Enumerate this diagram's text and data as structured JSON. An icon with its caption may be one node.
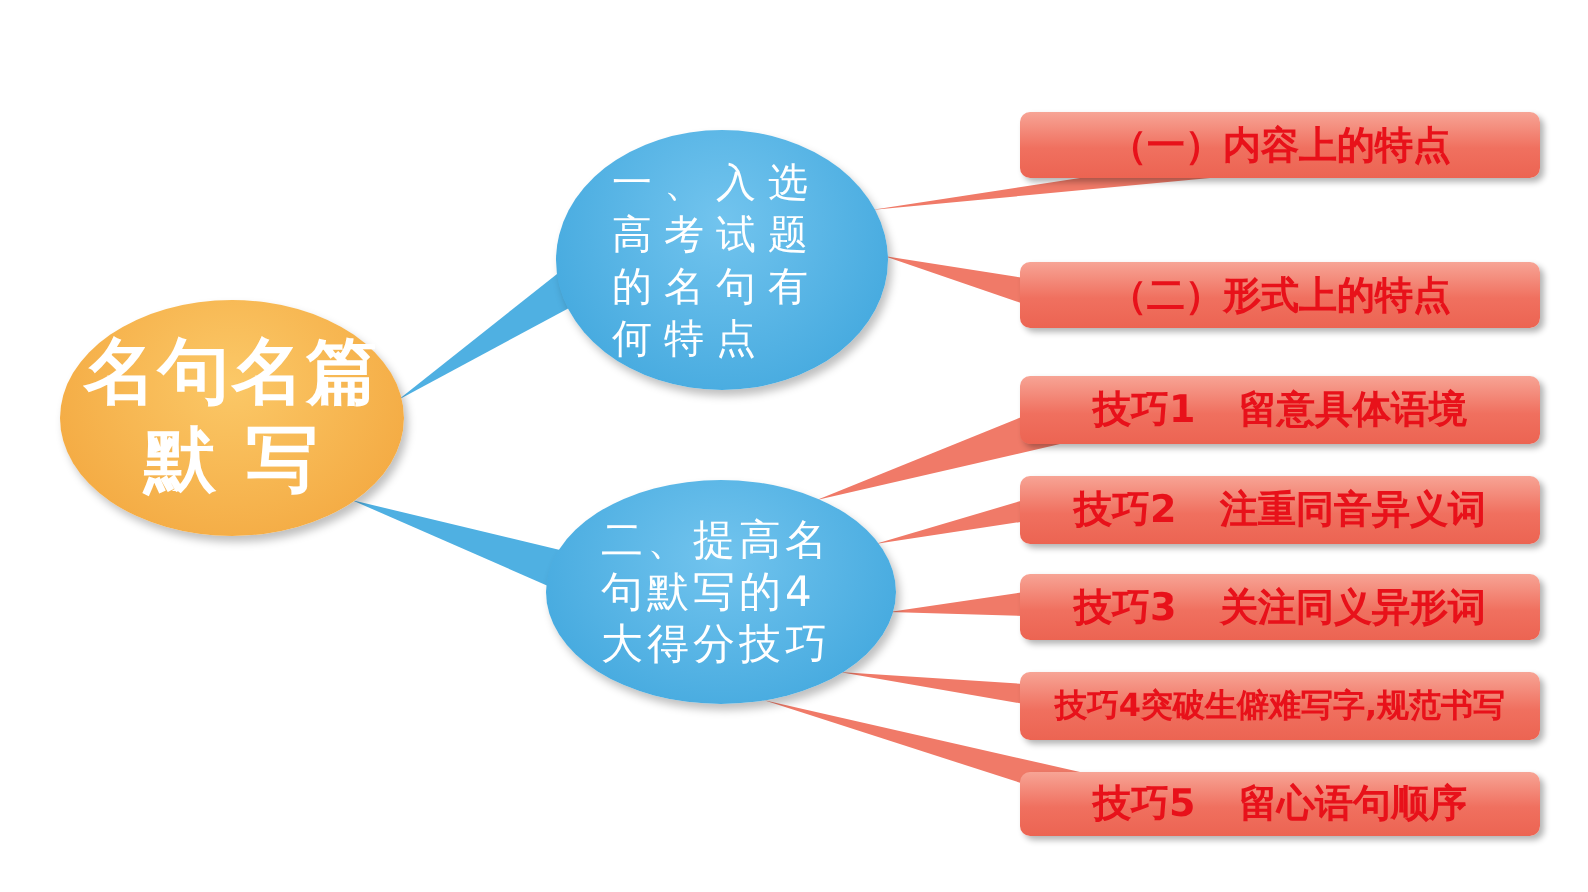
{
  "diagram": {
    "nodes": [
      {
        "text": [
          "名句名篇默 写"
        ]
      },
      {
        "text": [
          "一、入选高考试题的名句有何特点"
        ]
      },
      {
        "text": [
          "二、提高名句默写的4大得分技巧"
        ]
      },
      {
        "text": [
          "（一）内容上的特点"
        ]
      },
      {
        "text": [
          "（二）形式上的特点"
        ]
      },
      {
        "text": [
          "技巧1 留意具体语境"
        ]
      },
      {
        "text": [
          "技巧2 注重同音异义词"
        ]
      },
      {
        "text": [
          "技巧3 关注同义异形词"
        ]
      },
      {
        "text": [
          "技巧4突破生僻难写字,规范书写"
        ]
      },
      {
        "text": [
          "技巧5 留心语句顺序"
        ]
      }
    ],
    "edges": [
      {
        "from": 1,
        "to": 0,
        "arrow": "none"
      },
      {
        "from": 2,
        "to": 0,
        "arrow": "none"
      },
      {
        "from": 3,
        "to": 1,
        "arrow": "none"
      },
      {
        "from": 4,
        "to": 1,
        "arrow": "none"
      },
      {
        "from": 5,
        "to": 2,
        "arrow": "none"
      },
      {
        "from": 6,
        "to": 2,
        "arrow": "none"
      },
      {
        "from": 7,
        "to": 2,
        "arrow": "none"
      },
      {
        "from": 8,
        "to": 2,
        "arrow": "none"
      },
      {
        "from": 9,
        "to": 2,
        "arrow": "none"
      }
    ]
  }
}
